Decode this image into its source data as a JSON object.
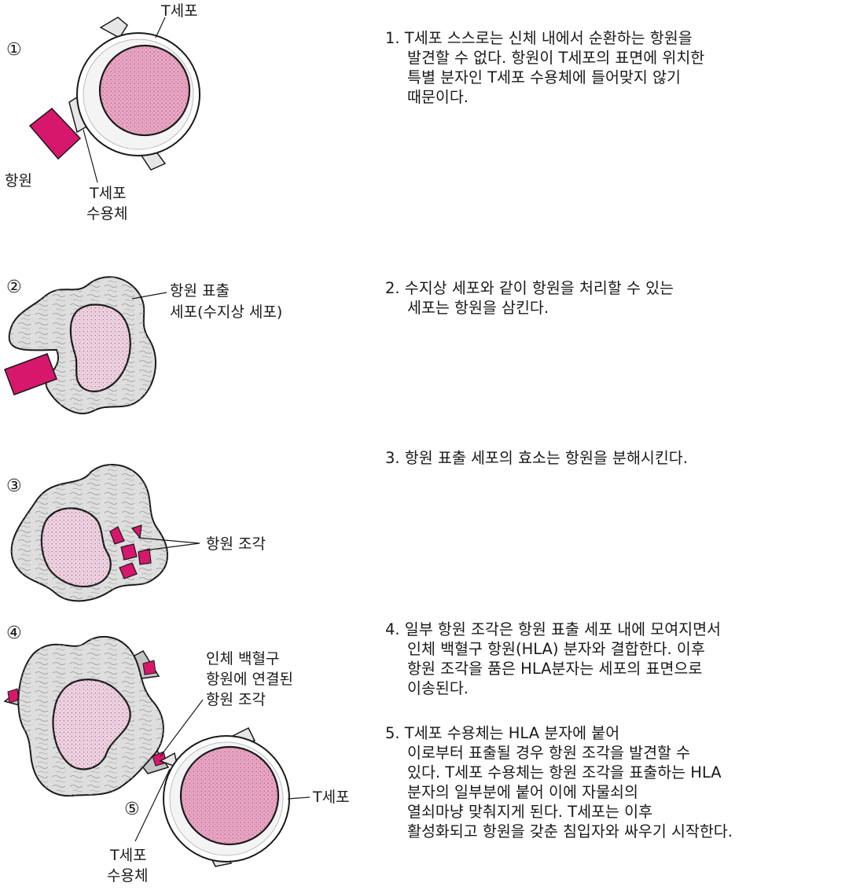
{
  "colors": {
    "antigen": "#d6176c",
    "t_cell_nucleus": "#e7a6c3",
    "apc_body": "#dedede",
    "apc_nucleus": "#ecd2df",
    "outline": "#1a1a1a",
    "receptor": "#c4c4c4"
  },
  "labels": {
    "panel1": {
      "number": "①",
      "t_cell": "T세포",
      "antigen": "항원",
      "receptor_1": "T세포",
      "receptor_2": "수용체"
    },
    "panel2": {
      "number": "②",
      "apc_1": "항원 표출",
      "apc_2": "세포(수지상 세포)"
    },
    "panel3": {
      "number": "③",
      "fragments": "항원 조각"
    },
    "panel4": {
      "number": "④",
      "hla_1": "인체 백혈구",
      "hla_2": "항원에 연결된",
      "hla_3": "항원 조각"
    },
    "panel5": {
      "number": "⑤",
      "t_cell": "T세포",
      "receptor_1": "T세포",
      "receptor_2": "수용체"
    }
  },
  "steps": [
    {
      "lines": [
        "1. T세포 스스로는 신체 내에서 순환하는 항원을",
        "발견할 수 없다.  항원이 T세포의 표면에 위치한",
        "특별 분자인 T세포 수용체에 들어맞지 않기",
        "때문이다."
      ]
    },
    {
      "lines": [
        "2. 수지상 세포와 같이 항원을 처리할 수 있는",
        "세포는 항원을 삼킨다."
      ]
    },
    {
      "lines": [
        "3. 항원 표출 세포의 효소는 항원을 분해시킨다."
      ]
    },
    {
      "lines": [
        "4. 일부 항원 조각은 항원 표출 세포 내에 모여지면서",
        "인체 백혈구 항원(HLA) 분자와 결합한다. 이후",
        "항원 조각을 품은 HLA분자는 세포의 표면으로",
        "이송된다."
      ]
    },
    {
      "lines": [
        "5. T세포 수용체는 HLA 분자에 붙어",
        "이로부터 표출될 경우 항원 조각을 발견할 수",
        "있다. T세포 수용체는 항원 조각을 표출하는 HLA",
        "분자의 일부분에 붙어 이에 자물쇠의",
        "열쇠마냥 맞춰지게 된다. T세포는 이후",
        "활성화되고 항원을 갖춘 침입자와 싸우기 시작한다."
      ]
    }
  ]
}
